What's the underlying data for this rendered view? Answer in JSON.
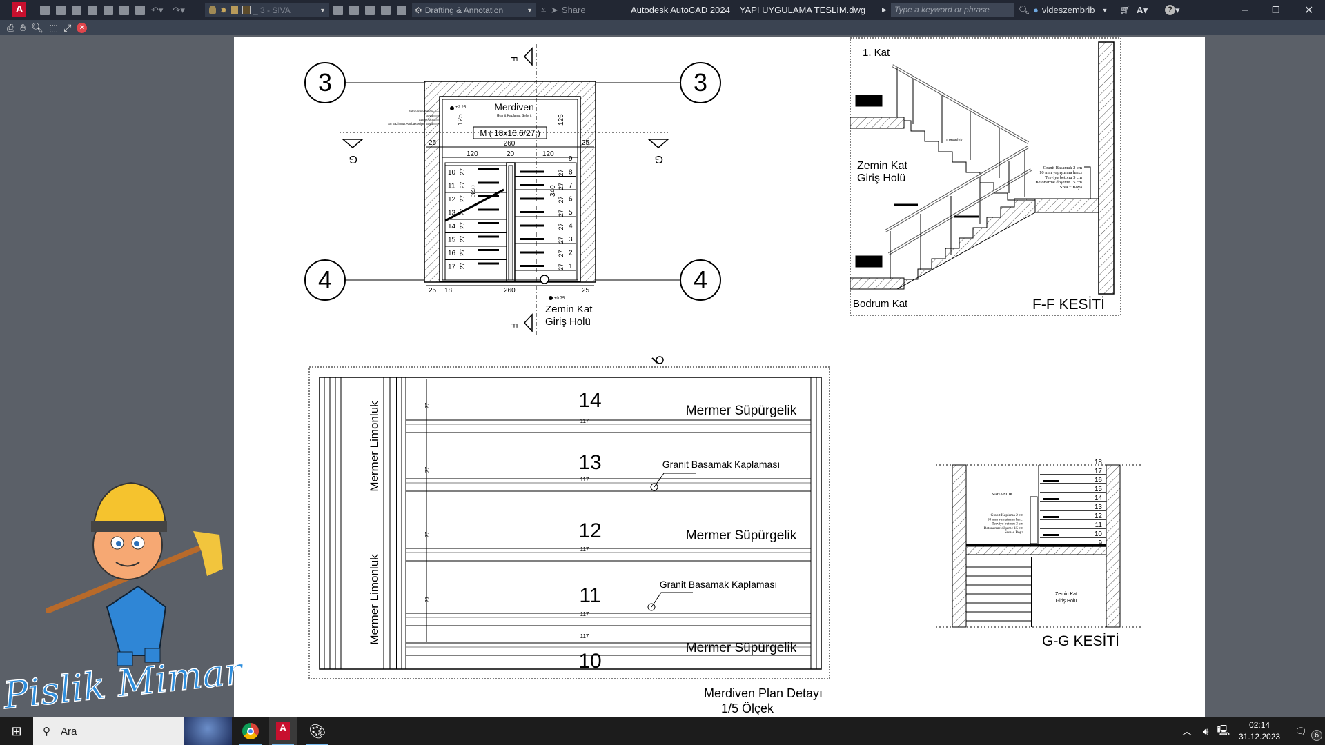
{
  "titlebar": {
    "app_title": "Autodesk AutoCAD 2024",
    "file_name": "YAPI UYGULAMA TESLİM.dwg",
    "layer": "_ 3 - SIVA",
    "workspace": "Drafting & Annotation",
    "share_label": "Share",
    "search_placeholder": "Type a keyword or phrase",
    "user": "vldeszembrib"
  },
  "drawing": {
    "plan": {
      "axis_top": "3",
      "axis_bottom": "4",
      "section_mark": "F",
      "section_rot": "G",
      "title": "Merdiven",
      "subtitle": "Granit Kaplama Seferit",
      "formula": "M ( 18x16,6/27 )",
      "elev_top": "+2.25",
      "elev_bottom": "+0.75",
      "dims": {
        "w": "260",
        "side": "25",
        "half": "120",
        "gap": "20",
        "len": "340",
        "landing": "125",
        "first": "18",
        "tread": "27"
      },
      "left_steps": [
        "10",
        "11",
        "12",
        "13",
        "14",
        "15",
        "16",
        "17"
      ],
      "right_steps": [
        "9",
        "8",
        "7",
        "6",
        "5",
        "4",
        "3",
        "2",
        "1"
      ],
      "wall_notes": [
        "Betonarme Perde",
        "Sıva",
        "Saten Alçı",
        "Su Bazlı Mat Antibakteriyel Boya"
      ],
      "hall_label_1": "Zemin Kat",
      "hall_label_2": "Giriş Holü"
    },
    "detail": {
      "steps": [
        "14",
        "13",
        "12",
        "11",
        "10"
      ],
      "tread_dim": "27",
      "width_dim": "117",
      "skirting": "Mermer Süpürgelik",
      "granite": "Granit Basamak Kaplaması",
      "stringer": "Mermer Limonluk",
      "title": "Merdiven Plan Detayı",
      "scale": "1/5 Ölçek"
    },
    "ff": {
      "top_floor": "1. Kat",
      "hall_1": "Zemin Kat",
      "hall_2": "Giriş Holü",
      "basement": "Bodrum Kat",
      "title": "F-F KESİTİ",
      "stringer": "Limonluk",
      "layers": [
        "Granit Basamak 2 cm",
        "10 mm yapıştırma harcı",
        "Tesviye betonu 3 cm",
        "Betonarme döşeme 15 cm",
        "Sıva + Boya"
      ]
    },
    "gg": {
      "steps": [
        "18",
        "17",
        "16",
        "15",
        "14",
        "13",
        "12",
        "11",
        "10",
        "9"
      ],
      "landing": "SAHANLIK",
      "layers": [
        "Granit Kaplama 2 cm",
        "10 mm yapıştırma harcı",
        "Tesviye betonu 3 cm",
        "Betonarme döşeme 15 cm",
        "Sıva + Boya"
      ],
      "hall_1": "Zemin Kat",
      "hall_2": "Giriş Holü",
      "title": "G-G KESİTİ"
    },
    "watermark": "Pislik Mimar"
  },
  "taskbar": {
    "search_label": "Ara",
    "time": "02:14",
    "date": "31.12.2023",
    "notifications": "6"
  },
  "colors": {
    "accent": "#c8102e",
    "titlebar": "#222733",
    "canvas": "#5b6068"
  }
}
